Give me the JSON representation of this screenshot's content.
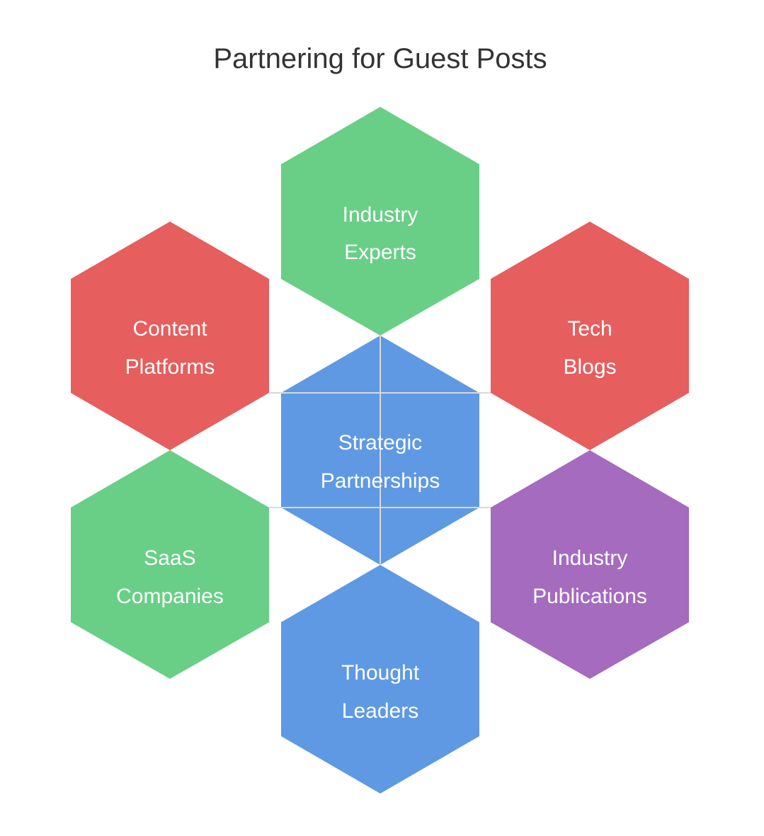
{
  "title": "Partnering for Guest Posts",
  "center": {
    "line1": "Strategic",
    "line2": "Partnerships",
    "color": "#5f99e3"
  },
  "nodes": [
    {
      "id": "top",
      "line1": "Industry",
      "line2": "Experts",
      "color": "#69cf86"
    },
    {
      "id": "upper-left",
      "line1": "Content",
      "line2": "Platforms",
      "color": "#e65e5e"
    },
    {
      "id": "upper-right",
      "line1": "Tech",
      "line2": "Blogs",
      "color": "#e65e5e"
    },
    {
      "id": "lower-left",
      "line1": "SaaS",
      "line2": "Companies",
      "color": "#69cf86"
    },
    {
      "id": "lower-right",
      "line1": "Industry",
      "line2": "Publications",
      "color": "#a46bbf"
    },
    {
      "id": "bottom",
      "line1": "Thought",
      "line2": "Leaders",
      "color": "#5f99e3"
    }
  ]
}
